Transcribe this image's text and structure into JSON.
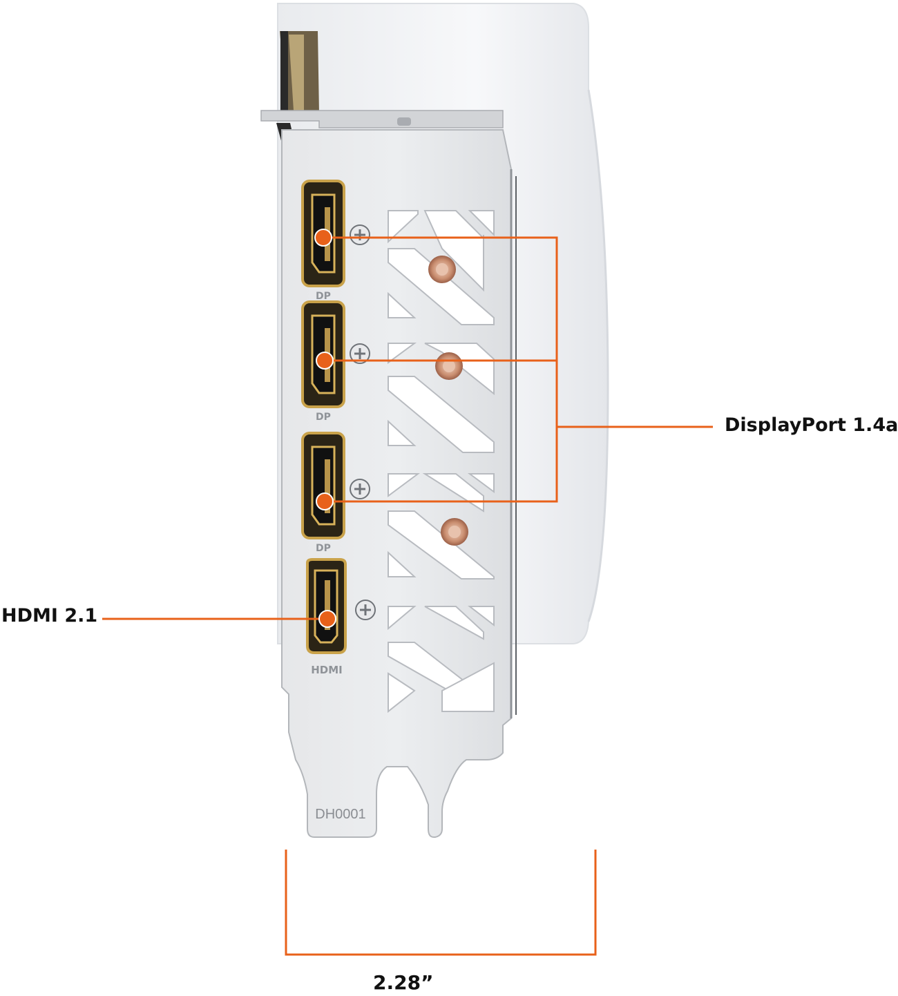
{
  "annotations": {
    "displayport_label": "DisplayPort 1.4a",
    "hdmi_label": "HDMI 2.1",
    "dimension_label": "2.28”"
  },
  "bracket": {
    "port_markings": [
      "DP",
      "DP",
      "DP",
      "HDMI"
    ],
    "stamp": "DH0001"
  },
  "colors": {
    "callout": "#e8611a",
    "bracket_metal": "#e3e4e6",
    "cooler_shroud": "#f2f3f5",
    "port_gold": "#c9a24a"
  }
}
